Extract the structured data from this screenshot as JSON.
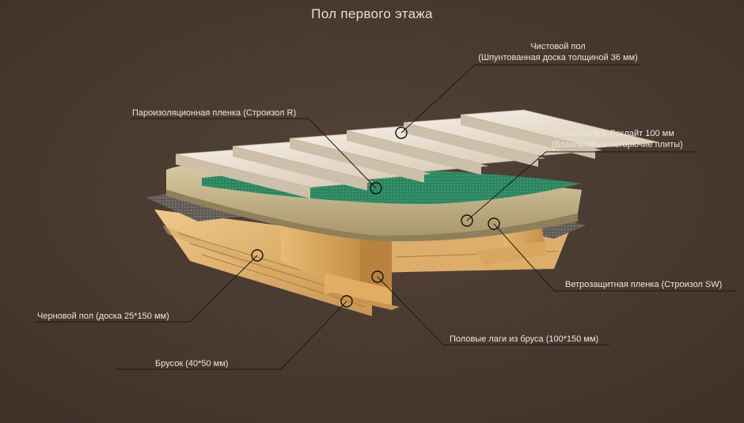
{
  "title": "Пол первого этажа",
  "labels": {
    "finish_floor": {
      "line1": "Чистовой пол",
      "line2": "(Шпунтованная доска толщиной 36 мм)"
    },
    "vapor_barrier": {
      "line1": "Пароизоляционная пленка (Строизол R)"
    },
    "insulation": {
      "line1": "Утеплитель Роклайт 100 мм",
      "line2": "(Базальтовые негорючие плиты)"
    },
    "wind_barrier": {
      "line1": "Ветрозащитная пленка (Строизол SW)"
    },
    "subfloor": {
      "line1": "Черновой пол (доска 25*150 мм)"
    },
    "joists": {
      "line1": "Половые лаги из бруса (100*150 мм)"
    },
    "batten": {
      "line1": "Брусок (40*50 мм)"
    }
  },
  "colors": {
    "background": "#4a3b30",
    "leader": "#1f1813",
    "text": "#ece6df",
    "wood": "#e1b56e",
    "finish_board": "#e9dfd0",
    "membrane_green": "#2e8a62",
    "membrane_grey": "#6e6a66",
    "insulation": "#c9b98f"
  }
}
